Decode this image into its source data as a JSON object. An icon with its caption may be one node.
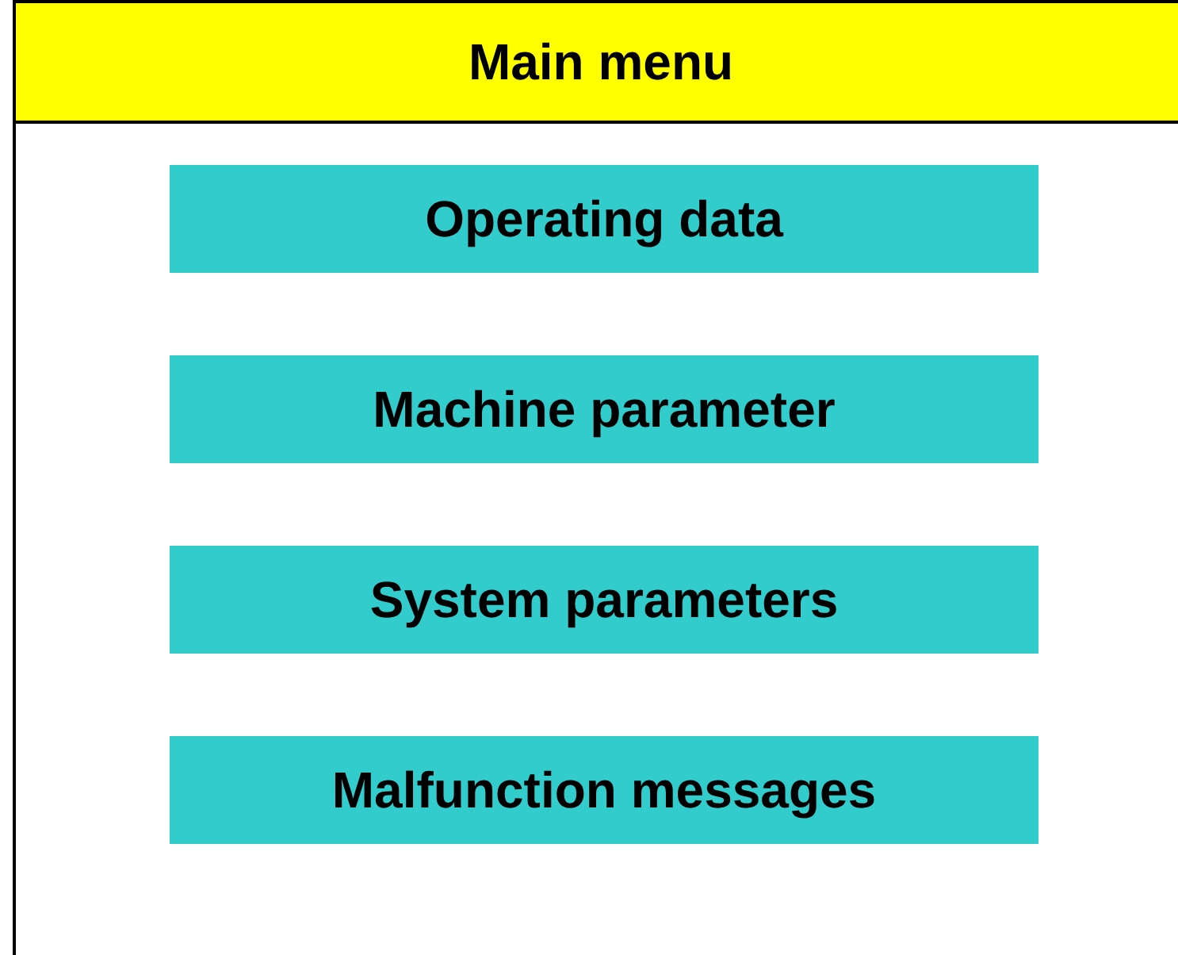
{
  "diagram": {
    "nodes": [
      {
        "text": [
          "Main menu"
        ]
      },
      {
        "text": [
          "Operating data"
        ],
        "in": 0
      },
      {
        "text": [
          "Machine parameter"
        ],
        "in": 0
      },
      {
        "text": [
          "System parameters"
        ],
        "in": 0
      },
      {
        "text": [
          "Malfunction messages"
        ],
        "in": 0
      }
    ]
  }
}
